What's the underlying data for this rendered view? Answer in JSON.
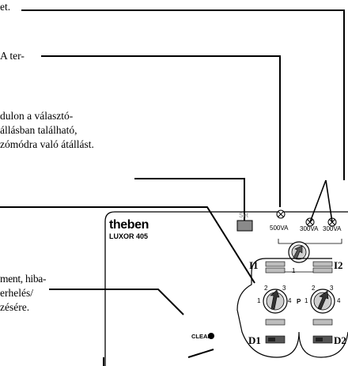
{
  "descriptions": {
    "line1": "et.",
    "line2": "A ter-",
    "line3a": "dulon a választó-",
    "line3b": "állásban található,",
    "line3c": "zómódra való átállást.",
    "line4a": "ment, hiba-",
    "line4b": "erhelés/",
    "line4c": "zésére."
  },
  "device": {
    "brand": "theben",
    "model": "LUXOR 405",
    "set_label": "Set",
    "terminal_1": "500VA",
    "terminal_2": "300VA",
    "terminal_3": "300VA",
    "clear_label": "CLEAR",
    "i1_label": "I1",
    "i2_label": "I2",
    "d1_label": "D1",
    "d2_label": "D2",
    "small_dial_mark": "1",
    "dial_numbers_left": [
      "1",
      "2",
      "3",
      "4"
    ],
    "dial_numbers_right": [
      "1",
      "2",
      "3",
      "4"
    ],
    "p_mark": "P"
  }
}
